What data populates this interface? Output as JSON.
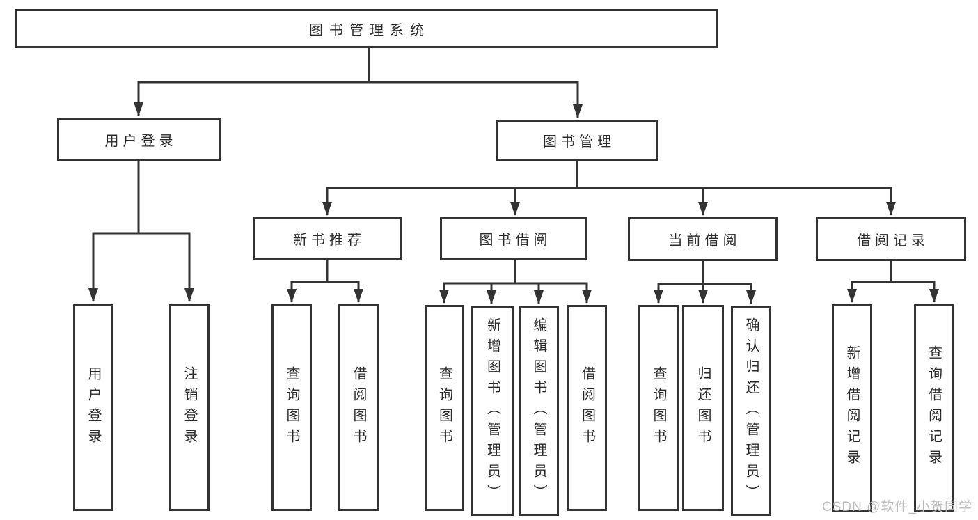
{
  "colors": {
    "background": "#ffffff",
    "line": "#333333",
    "text": "#2b2b2b",
    "watermark": "#b9b9b9"
  },
  "watermark": "CSDN @软件_小贺同学",
  "tree": {
    "root": "图书管理系统",
    "children": [
      {
        "label": "用户登录",
        "children": [
          {
            "label": "用户登录"
          },
          {
            "label": "注销登录"
          }
        ]
      },
      {
        "label": "图书管理",
        "children": [
          {
            "label": "新书推荐",
            "children": [
              {
                "label": "查询图书"
              },
              {
                "label": "借阅图书"
              }
            ]
          },
          {
            "label": "图书借阅",
            "children": [
              {
                "label": "查询图书"
              },
              {
                "label": "新增图书（管理员）"
              },
              {
                "label": "编辑图书（管理员）"
              },
              {
                "label": "借阅图书"
              }
            ]
          },
          {
            "label": "当前借阅",
            "children": [
              {
                "label": "查询图书"
              },
              {
                "label": "归还图书"
              },
              {
                "label": "确认归还（管理员）"
              }
            ]
          },
          {
            "label": "借阅记录",
            "children": [
              {
                "label": "新增借阅记录"
              },
              {
                "label": "查询借阅记录"
              }
            ]
          }
        ]
      }
    ]
  }
}
